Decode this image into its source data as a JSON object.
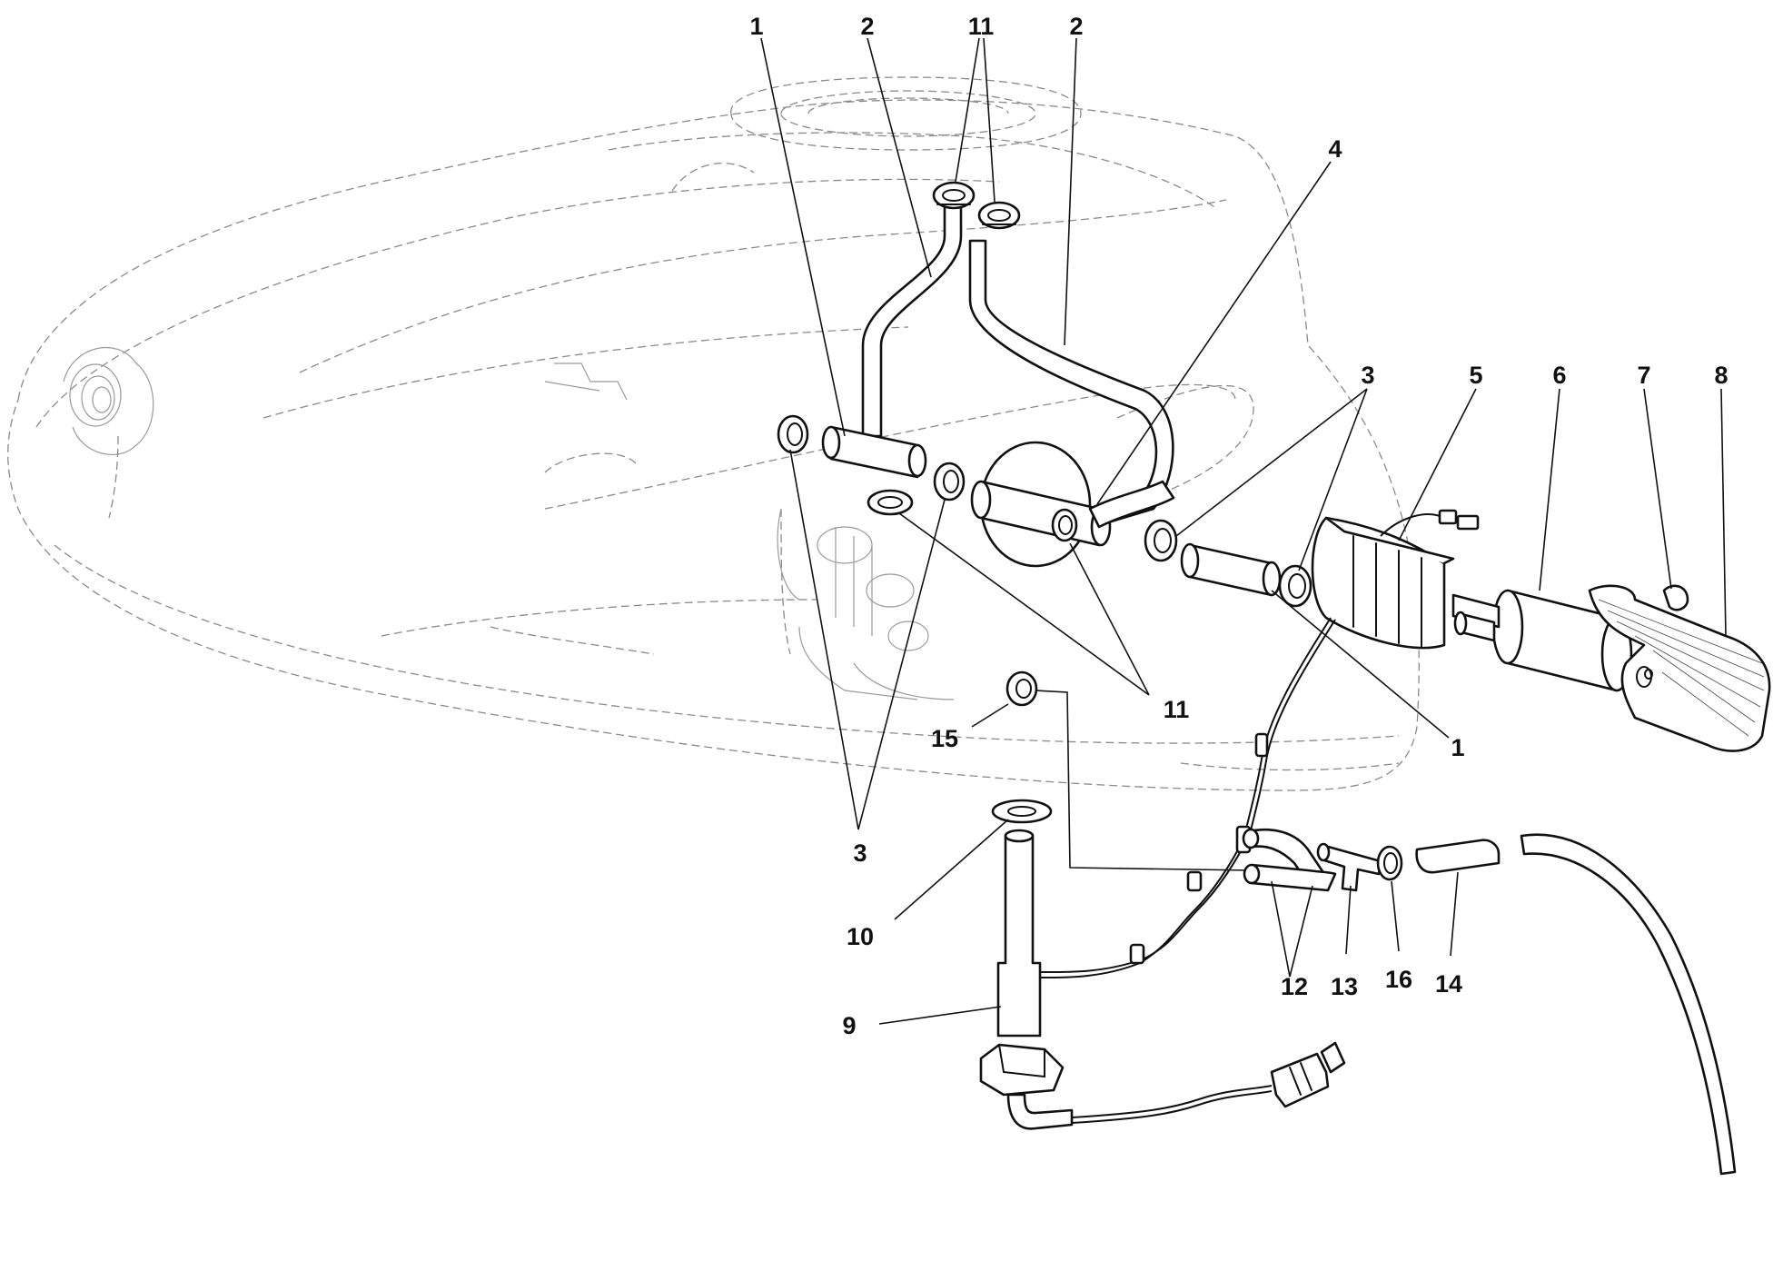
{
  "callouts": {
    "c1a": "1",
    "c2a": "2",
    "c11a": "11",
    "c2b": "2",
    "c4": "4",
    "c3a": "3",
    "c5": "5",
    "c6": "6",
    "c7": "7",
    "c8": "8",
    "c11b": "11",
    "c1b": "1",
    "c15": "15",
    "c3b": "3",
    "c10": "10",
    "c9": "9",
    "c12": "12",
    "c13": "13",
    "c16": "16",
    "c14": "14"
  }
}
